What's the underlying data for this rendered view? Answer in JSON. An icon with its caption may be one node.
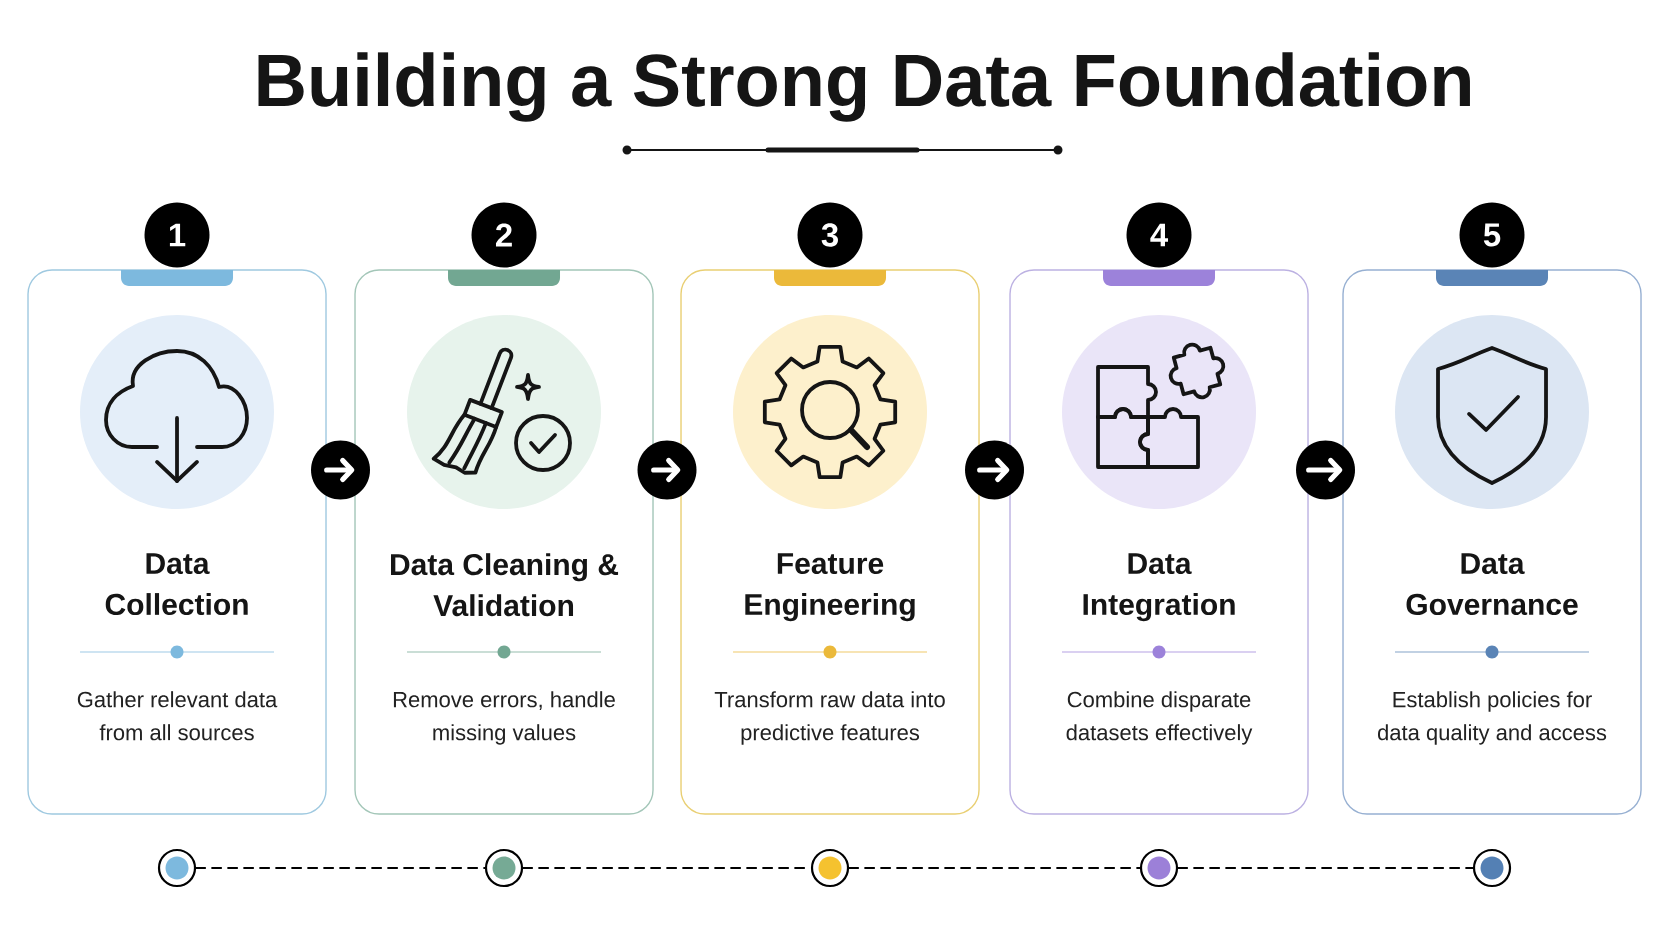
{
  "diagram": {
    "title": "Building a Strong Data Foundation",
    "nodes": [
      {
        "text": [
          "1"
        ]
      },
      {
        "text": [
          "2"
        ]
      },
      {
        "text": [
          "3"
        ]
      },
      {
        "text": [
          "4"
        ]
      },
      {
        "text": [
          "5"
        ]
      },
      {
        "text": [
          "Data Collection",
          "Gather relevant data from all sources"
        ]
      },
      {
        "text": [
          "Data Cleaning & Validation",
          "Remove errors, handle missing values"
        ]
      },
      {
        "text": [
          "Feature Engineering",
          "Transform raw data into predictive features"
        ]
      },
      {
        "text": [
          "Data Integration",
          "Combine disparate datasets effectively"
        ]
      },
      {
        "text": [
          "Data Governance",
          "Establish policies for data quality and access"
        ]
      },
      {
        "text": [],
        "shape": "circle"
      },
      {
        "text": [],
        "shape": "circle"
      },
      {
        "text": [],
        "shape": "circle"
      },
      {
        "text": [],
        "shape": "circle"
      },
      {
        "text": [],
        "shape": "circle"
      }
    ],
    "edges": [
      {
        "from": 5,
        "to": 6,
        "arrow": "to",
        "style": "thick",
        "color": "#ffffff"
      },
      {
        "from": 6,
        "to": 7,
        "arrow": "to",
        "style": "thick",
        "color": "#ffffff"
      },
      {
        "from": 7,
        "to": 8,
        "arrow": "to",
        "style": "thick",
        "color": "#ffffff"
      },
      {
        "from": 8,
        "to": 9,
        "arrow": "to",
        "style": "thick",
        "color": "#ffffff"
      },
      {
        "from": 10,
        "to": 11,
        "arrow": "none",
        "style": "dashed",
        "color": "#000000"
      },
      {
        "from": 11,
        "to": 12,
        "arrow": "none",
        "style": "dashed",
        "color": "#000000"
      },
      {
        "from": 12,
        "to": 13,
        "arrow": "none",
        "style": "dashed",
        "color": "#000000"
      },
      {
        "from": 13,
        "to": 14,
        "arrow": "none",
        "style": "dashed",
        "color": "#000000"
      }
    ]
  }
}
